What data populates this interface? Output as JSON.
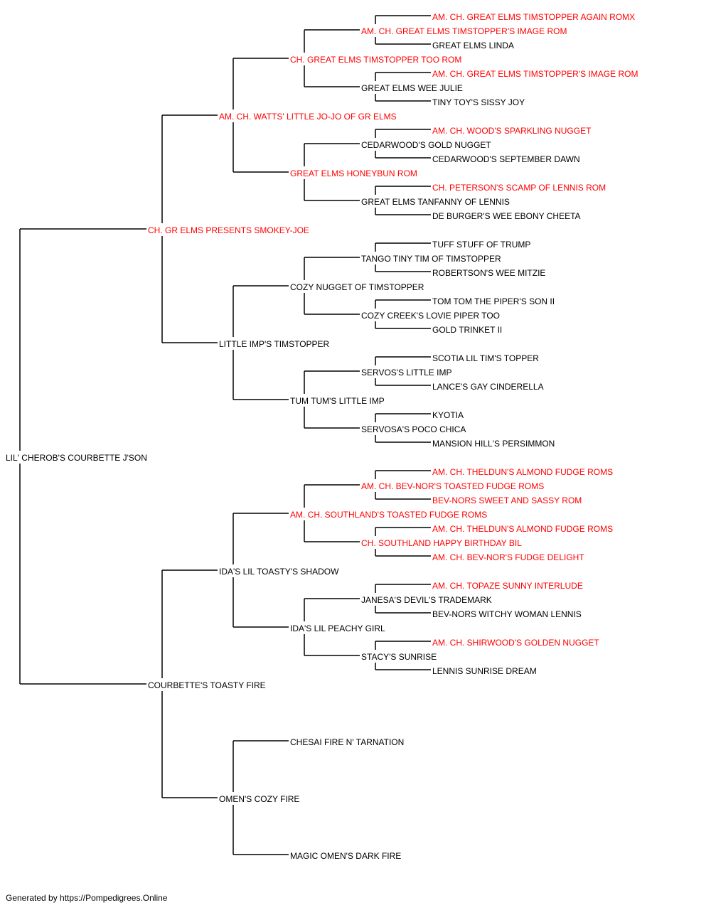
{
  "colors": {
    "champion": "#ff0000",
    "normal": "#000000",
    "line": "#000000"
  },
  "root": {
    "name": "LIL' CHEROB'S COURBETTE J'SON",
    "champion": false,
    "parents": [
      {
        "name": "CH. GR ELMS PRESENTS SMOKEY-JOE",
        "champion": true,
        "parents": [
          {
            "name": "AM. CH. WATTS' LITTLE JO-JO OF GR ELMS",
            "champion": true,
            "parents": [
              {
                "name": "CH. GREAT ELMS TIMSTOPPER TOO ROM",
                "champion": true,
                "parents": [
                  {
                    "name": "AM. CH. GREAT ELMS TIMSTOPPER'S IMAGE ROM",
                    "champion": true,
                    "parents": [
                      {
                        "name": "AM. CH. GREAT ELMS TIMSTOPPER AGAIN ROMX",
                        "champion": true
                      },
                      {
                        "name": "GREAT ELMS LINDA",
                        "champion": false
                      }
                    ]
                  },
                  {
                    "name": "GREAT ELMS WEE JULIE",
                    "champion": false,
                    "parents": [
                      {
                        "name": "AM. CH. GREAT ELMS TIMSTOPPER'S IMAGE ROM",
                        "champion": true
                      },
                      {
                        "name": "TINY TOY'S SISSY JOY",
                        "champion": false
                      }
                    ]
                  }
                ]
              },
              {
                "name": "GREAT ELMS HONEYBUN ROM",
                "champion": true,
                "parents": [
                  {
                    "name": "CEDARWOOD'S GOLD NUGGET",
                    "champion": false,
                    "parents": [
                      {
                        "name": "AM. CH. WOOD'S SPARKLING NUGGET",
                        "champion": true
                      },
                      {
                        "name": "CEDARWOOD'S SEPTEMBER DAWN",
                        "champion": false
                      }
                    ]
                  },
                  {
                    "name": "GREAT ELMS TANFANNY OF LENNIS",
                    "champion": false,
                    "parents": [
                      {
                        "name": "CH. PETERSON'S SCAMP OF LENNIS ROM",
                        "champion": true
                      },
                      {
                        "name": "DE BURGER'S WEE EBONY CHEETA",
                        "champion": false
                      }
                    ]
                  }
                ]
              }
            ]
          },
          {
            "name": "LITTLE IMP'S TIMSTOPPER",
            "champion": false,
            "parents": [
              {
                "name": "COZY NUGGET OF TIMSTOPPER",
                "champion": false,
                "parents": [
                  {
                    "name": "TANGO TINY TIM OF TIMSTOPPER",
                    "champion": false,
                    "parents": [
                      {
                        "name": "TUFF STUFF OF TRUMP",
                        "champion": false
                      },
                      {
                        "name": "ROBERTSON'S WEE MITZIE",
                        "champion": false
                      }
                    ]
                  },
                  {
                    "name": "COZY CREEK'S LOVIE PIPER TOO",
                    "champion": false,
                    "parents": [
                      {
                        "name": "TOM TOM THE PIPER'S SON II",
                        "champion": false
                      },
                      {
                        "name": "GOLD TRINKET II",
                        "champion": false
                      }
                    ]
                  }
                ]
              },
              {
                "name": "TUM TUM'S LITTLE IMP",
                "champion": false,
                "parents": [
                  {
                    "name": "SERVOS'S LITTLE IMP",
                    "champion": false,
                    "parents": [
                      {
                        "name": "SCOTIA LIL TIM'S TOPPER",
                        "champion": false
                      },
                      {
                        "name": "LANCE'S GAY CINDERELLA",
                        "champion": false
                      }
                    ]
                  },
                  {
                    "name": "SERVOSA'S POCO CHICA",
                    "champion": false,
                    "parents": [
                      {
                        "name": "KYOTIA",
                        "champion": false
                      },
                      {
                        "name": "MANSION HILL'S PERSIMMON",
                        "champion": false
                      }
                    ]
                  }
                ]
              }
            ]
          }
        ]
      },
      {
        "name": "COURBETTE'S TOASTY FIRE",
        "champion": false,
        "parents": [
          {
            "name": "IDA'S LIL TOASTY'S SHADOW",
            "champion": false,
            "parents": [
              {
                "name": "AM. CH. SOUTHLAND'S TOASTED FUDGE ROMS",
                "champion": true,
                "parents": [
                  {
                    "name": "AM. CH. BEV-NOR'S TOASTED FUDGE ROMS",
                    "champion": true,
                    "parents": [
                      {
                        "name": "AM. CH. THELDUN'S ALMOND FUDGE ROMS",
                        "champion": true
                      },
                      {
                        "name": "BEV-NORS SWEET AND SASSY ROM",
                        "champion": true
                      }
                    ]
                  },
                  {
                    "name": "CH. SOUTHLAND HAPPY BIRTHDAY BIL",
                    "champion": true,
                    "parents": [
                      {
                        "name": "AM. CH. THELDUN'S ALMOND FUDGE ROMS",
                        "champion": true
                      },
                      {
                        "name": "AM. CH. BEV-NOR'S FUDGE DELIGHT",
                        "champion": true
                      }
                    ]
                  }
                ]
              },
              {
                "name": "IDA'S LIL PEACHY GIRL",
                "champion": false,
                "parents": [
                  {
                    "name": "JANESA'S DEVIL'S TRADEMARK",
                    "champion": false,
                    "parents": [
                      {
                        "name": "AM. CH. TOPAZE SUNNY INTERLUDE",
                        "champion": true
                      },
                      {
                        "name": "BEV-NORS WITCHY WOMAN LENNIS",
                        "champion": false
                      }
                    ]
                  },
                  {
                    "name": "STACY'S SUNRISE",
                    "champion": false,
                    "parents": [
                      {
                        "name": "AM. CH. SHIRWOOD'S GOLDEN NUGGET",
                        "champion": true
                      },
                      {
                        "name": "LENNIS SUNRISE DREAM",
                        "champion": false
                      }
                    ]
                  }
                ]
              }
            ]
          },
          {
            "name": "OMEN'S COZY FIRE",
            "champion": false,
            "parents": [
              {
                "name": "CHESAI FIRE N' TARNATION",
                "champion": false
              },
              {
                "name": "MAGIC OMEN'S DARK FIRE",
                "champion": false
              }
            ]
          }
        ]
      }
    ]
  },
  "footer": "Generated by https://Pompedigrees.Online"
}
